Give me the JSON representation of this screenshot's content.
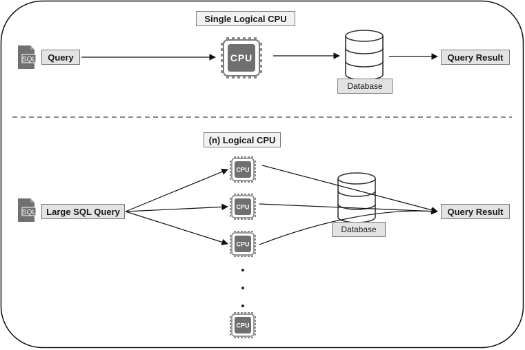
{
  "top": {
    "title": "Single Logical CPU",
    "input_label": "Query",
    "database_label": "Database",
    "output_label": "Query Result",
    "cpu_icon_text": "CPU"
  },
  "bottom": {
    "title": "(n) Logical CPU",
    "input_label": "Large SQL Query",
    "database_label": "Database",
    "output_label": "Query Result",
    "cpu_icon_text": "CPU"
  },
  "sql_icon_text": "SQL",
  "colors": {
    "icon_gray": "#707070",
    "label_fill": "#e3e3e3",
    "line": "#111111",
    "divider": "#8a8a8a"
  }
}
